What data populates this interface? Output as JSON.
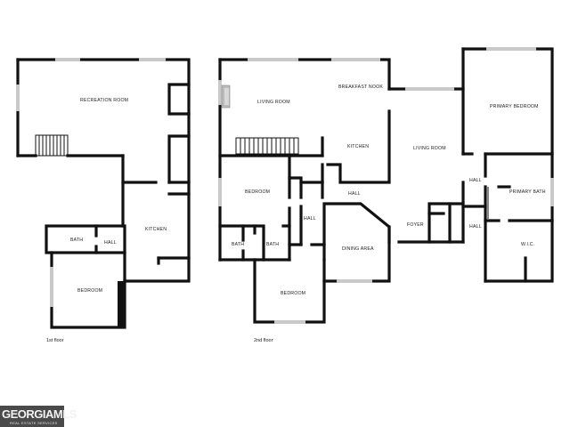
{
  "rooms": {
    "first_floor": {
      "recreation_room": "RECREATION ROOM",
      "kitchen": "KITCHEN",
      "bath": "BATH",
      "hall": "HALL",
      "bedroom": "BEDROOM"
    },
    "second_floor": {
      "living_room_left": "LIVING ROOM",
      "breakfast_nook": "BREAKFAST NOOK",
      "kitchen": "KITCHEN",
      "bedroom_upper": "BEDROOM",
      "hall_center": "HALL",
      "hall_small": "HALL",
      "bath_left": "BATH",
      "bath_right": "BATH",
      "dining_area": "DINING AREA",
      "bedroom_lower": "BEDROOM",
      "living_room_right": "LIVING ROOM",
      "foyer": "FOYER",
      "primary_bedroom": "PRIMARY BEDROOM",
      "hall_right_upper": "HALL",
      "hall_right_lower": "HALL",
      "primary_bath": "PRIMARY BATH",
      "wic": "W.I.C."
    }
  },
  "floor_labels": {
    "first": "1st floor",
    "second": "2nd floor"
  },
  "logo": {
    "name": "GEORGIAMLS",
    "tagline": "REAL ESTATE SERVICES"
  }
}
